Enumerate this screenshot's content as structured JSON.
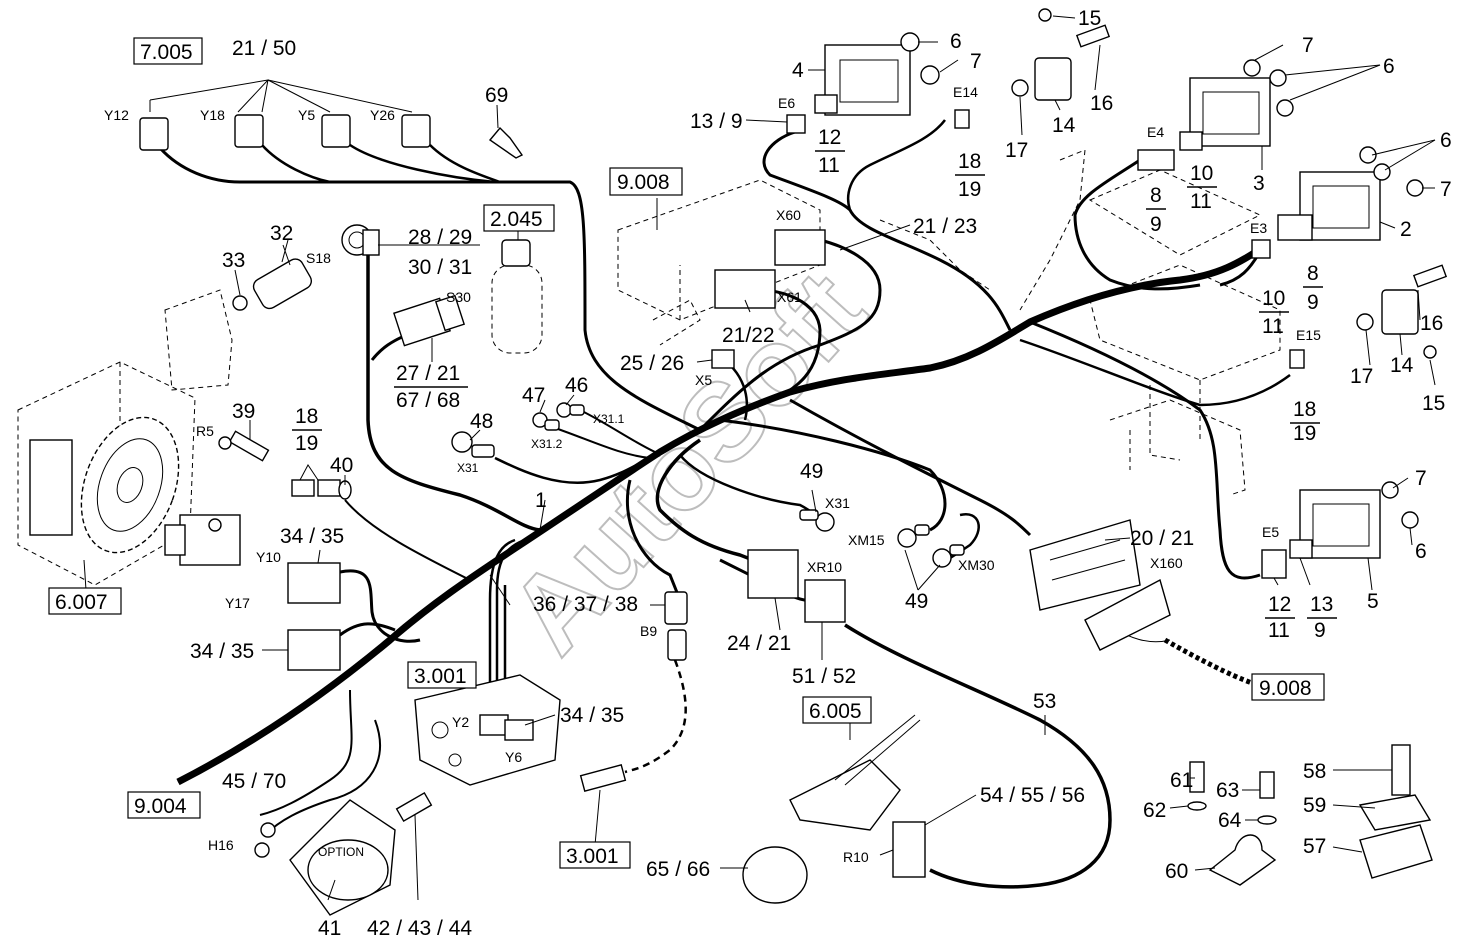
{
  "watermark": "AutoSoft",
  "refs": {
    "r7005": "7.005",
    "r9008a": "9.008",
    "r2045": "2.045",
    "r6007": "6.007",
    "r3001a": "3.001",
    "r9004": "9.004",
    "r3001b": "3.001",
    "r6005": "6.005",
    "r9008b": "9.008"
  },
  "labels": {
    "l21_50": "21 / 50",
    "l69": "69",
    "l32": "32",
    "l33": "33",
    "l28_29": "28 / 29",
    "l30_31": "30 / 31",
    "l27_21": "27 / 21",
    "l67_68": "67 / 68",
    "l39": "39",
    "l40": "40",
    "l1": "1",
    "l48": "48",
    "l47": "47",
    "l46": "46",
    "l34_35a": "34 / 35",
    "l34_35b": "34 / 35",
    "l34_35c": "34 / 35",
    "l36_38": "36 / 37 / 38",
    "l45_70": "45 / 70",
    "l41": "41",
    "l42_44": "42 / 43 / 44",
    "l65_66": "65 / 66",
    "l25_26": "25 / 26",
    "l21_22": "21/22",
    "l21_23": "21 / 23",
    "l13_9": "13 / 9",
    "l4": "4",
    "l6a": "6",
    "l7a": "7",
    "l15a": "15",
    "l16a": "16",
    "l17a": "17",
    "l14a": "14",
    "l7b": "7",
    "l6b": "6",
    "l3": "3",
    "l6c": "6",
    "l7c": "7",
    "l2": "2",
    "l16b": "16",
    "l17b": "17",
    "l14b": "14",
    "l15b": "15",
    "l7d": "7",
    "l6d": "6",
    "l5": "5",
    "l49a": "49",
    "l49b": "49",
    "l20_21": "20 / 21",
    "l24_21": "24 / 21",
    "l51_52": "51 / 52",
    "l53": "53",
    "l54_56": "54 / 55 / 56",
    "l61": "61",
    "l62": "62",
    "l63": "63",
    "l64": "64",
    "l60": "60",
    "l58": "58",
    "l59": "59",
    "l57": "57"
  },
  "fractions": {
    "f12_11a": {
      "num": "12",
      "den": "11"
    },
    "f18_19a": {
      "num": "18",
      "den": "19"
    },
    "f10_11a": {
      "num": "10",
      "den": "11"
    },
    "f8_9a": {
      "num": "8",
      "den": "9"
    },
    "f8_9b": {
      "num": "8",
      "den": "9"
    },
    "f10_11b": {
      "num": "10",
      "den": "11"
    },
    "f18_19b": {
      "num": "18",
      "den": "19"
    },
    "f18_19c": {
      "num": "18",
      "den": "19"
    },
    "f12_11b": {
      "num": "12",
      "den": "11"
    },
    "f13_9": {
      "num": "13",
      "den": "9"
    }
  },
  "codes": {
    "Y12": "Y12",
    "Y18": "Y18",
    "Y5": "Y5",
    "Y26": "Y26",
    "S18": "S18",
    "S30": "S30",
    "R5": "R5",
    "Y10": "Y10",
    "Y17": "Y17",
    "Y2": "Y2",
    "Y6": "Y6",
    "H16": "H16",
    "B9": "B9",
    "X5": "X5",
    "X61": "X61",
    "X60": "X60",
    "E6": "E6",
    "E14": "E14",
    "E4": "E4",
    "E3": "E3",
    "E15": "E15",
    "E5": "E5",
    "X31a": "X31",
    "X31b": "X31",
    "X31_1": "X31.1",
    "X31_2": "X31.2",
    "XM15": "XM15",
    "XM30": "XM30",
    "XR10": "XR10",
    "X160": "X160",
    "R10": "R10",
    "OPTION": "OPTION"
  }
}
